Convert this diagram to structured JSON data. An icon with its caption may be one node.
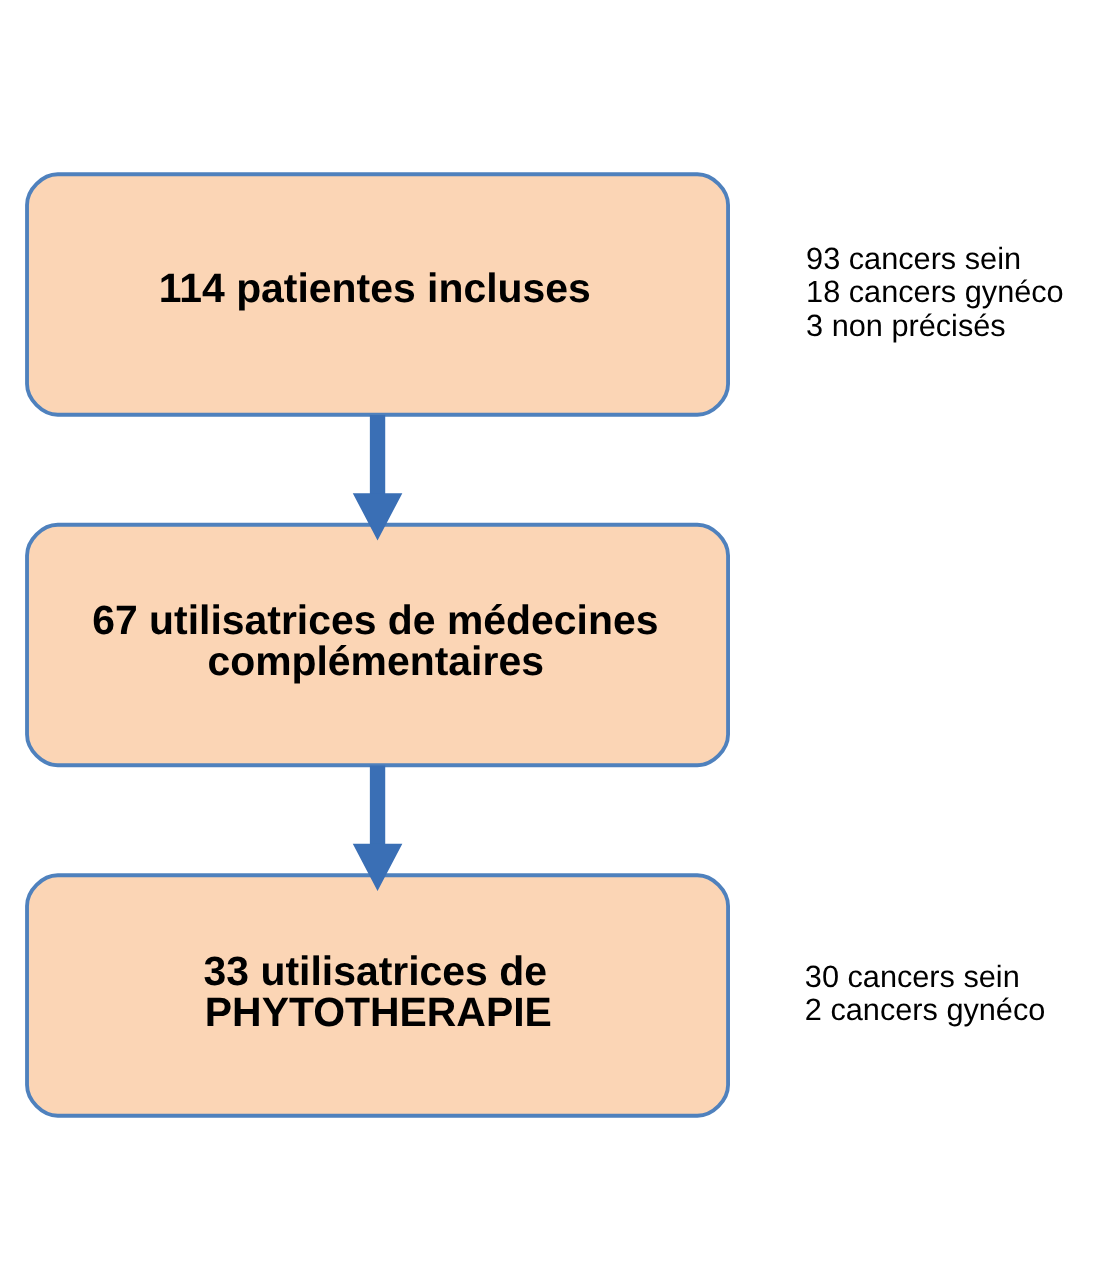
{
  "diagram": {
    "nodes": [
      {
        "text": [
          "114 patientes incluses"
        ],
        "beside": [
          "93 cancers sein",
          "18 cancers gynéco",
          "3 non précisés"
        ]
      },
      {
        "text": [
          "67 utilisatrices de médecines complémentaires"
        ]
      },
      {
        "text": [
          "33 utilisatrices de PHYTOTHERAPIE"
        ],
        "beside": [
          "30 cancers sein",
          "2 cancers gynéco"
        ]
      }
    ],
    "edges": [
      {
        "from": 0,
        "to": 1,
        "arrow": "to"
      },
      {
        "from": 1,
        "to": 2,
        "arrow": "to"
      }
    ]
  }
}
